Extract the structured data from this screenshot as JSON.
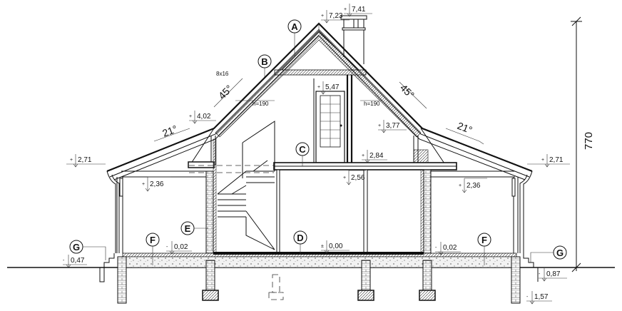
{
  "drawing": {
    "total_height_label": "770",
    "callouts": [
      "A",
      "B",
      "C",
      "D",
      "E",
      "F",
      "F",
      "G",
      "G"
    ],
    "levels": {
      "ridge": {
        "sign": "+",
        "value": "7,23"
      },
      "chimney": {
        "sign": "+",
        "value": "7,41"
      },
      "attic_ceiling": {
        "sign": "+",
        "value": "5,47"
      },
      "roof_break_left": {
        "sign": "+",
        "value": "4,02"
      },
      "roof_break_right": {
        "sign": "+",
        "value": "3,77"
      },
      "eave_left": {
        "sign": "+",
        "value": "2,71"
      },
      "eave_right": {
        "sign": "+",
        "value": "2,71"
      },
      "ceiling_left": {
        "sign": "+",
        "value": "2,36"
      },
      "ceiling_right": {
        "sign": "+",
        "value": "2,36"
      },
      "upper_floor": {
        "sign": "+",
        "value": "2,84"
      },
      "ceiling_center": {
        "sign": "+",
        "value": "2,56"
      },
      "ground_floor": {
        "sign": "±",
        "value": "0,00"
      },
      "floor_left": {
        "sign": "-",
        "value": "0,02"
      },
      "floor_right": {
        "sign": "-",
        "value": "0,02"
      },
      "terrain_left": {
        "sign": "-",
        "value": "0,47"
      },
      "terrain_right": {
        "sign": "-",
        "value": "0,87"
      },
      "foundation": {
        "sign": "-",
        "value": "1,57"
      }
    },
    "angles": {
      "upper_left": "45°",
      "upper_right": "45°",
      "lower_left": "21°",
      "lower_right": "21°"
    },
    "notes": {
      "rafter_size": "8x16",
      "headroom_left": "h=190",
      "headroom_right": "h=190"
    }
  }
}
